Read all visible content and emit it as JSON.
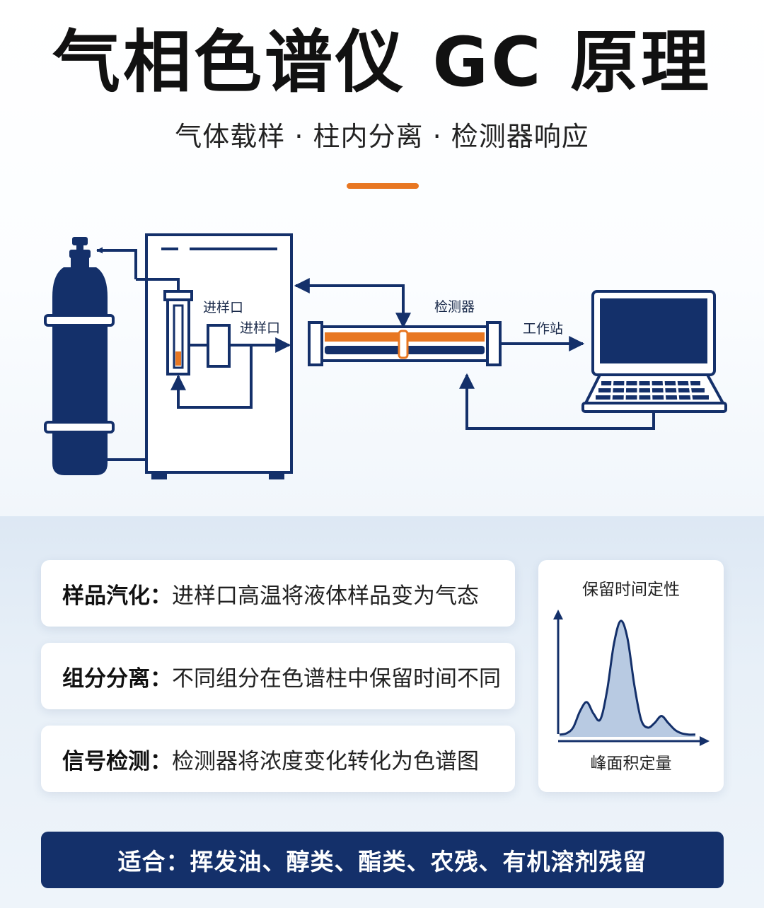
{
  "title": "气相色谱仪 GC 原理",
  "subtitle": "气体载样 · 柱内分离 · 检测器响应",
  "diagram": {
    "inlet_label_1": "进样口",
    "inlet_label_2": "进样口",
    "detector_label": "检测器",
    "workstation_label": "工作站"
  },
  "cards": [
    {
      "label": "样品汽化：",
      "text": "进样口高温将液体样品变为气态"
    },
    {
      "label": "组分分离：",
      "text": "不同组分在色谱柱中保留时间不同"
    },
    {
      "label": "信号检测：",
      "text": "检测器将浓度变化转化为色谱图"
    }
  ],
  "chart": {
    "top_label": "保留时间定性",
    "bottom_label": "峰面积定量"
  },
  "chart_data": {
    "type": "line",
    "title": "",
    "xlabel": "峰面积定量",
    "ylabel": "",
    "x": [
      0,
      5,
      10,
      15,
      20,
      25,
      30,
      35,
      40,
      45,
      50,
      55,
      60,
      65,
      70,
      75,
      80,
      85,
      90,
      95,
      100
    ],
    "series": [
      {
        "values": [
          2,
          3,
          8,
          22,
          30,
          20,
          15,
          40,
          80,
          100,
          85,
          45,
          15,
          8,
          12,
          18,
          12,
          6,
          3,
          2,
          2
        ]
      }
    ]
  },
  "banner": "适合：挥发油、醇类、酯类、农残、有机溶剂残留",
  "colors": {
    "navy": "#14306a",
    "orange": "#e87722",
    "peak_fill": "#b8cae2"
  }
}
